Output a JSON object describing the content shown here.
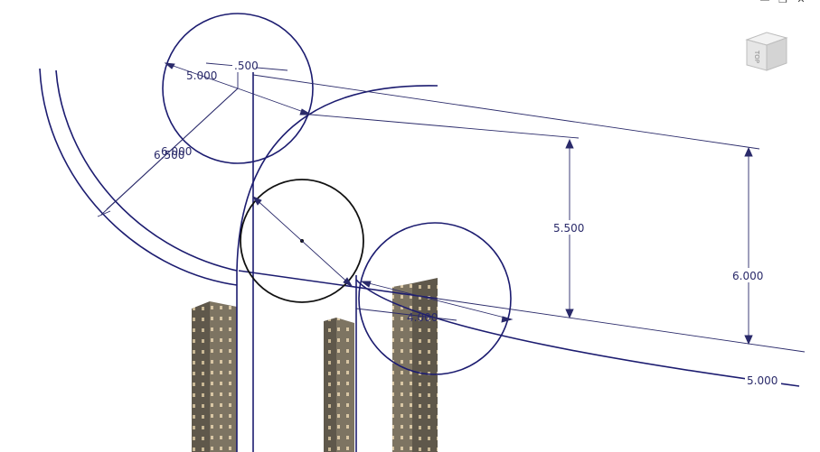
{
  "window_controls": {
    "minimize": "—",
    "restore": "❐",
    "close": "✕"
  },
  "viewcube": {
    "face_label": "TOP"
  },
  "dimensions": {
    "d_500": ".500",
    "d_5000_a": "5.000",
    "d_6000_a": "6.000",
    "d_6500": "6.500",
    "d_5500": "5.500",
    "d_6000_b": "6.000",
    "d_4000": "4.000",
    "d_5000_b": "5.000"
  },
  "colors": {
    "sketch_line": "#1c1c70",
    "dimension": "#2a2a6a",
    "active_circle": "#111111",
    "part_body": "#7d7462",
    "part_hole": "#d8c6a4"
  }
}
